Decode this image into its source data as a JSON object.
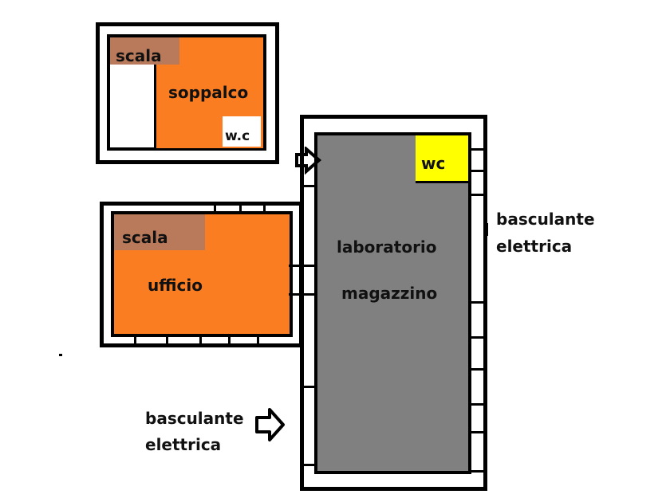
{
  "rooms": {
    "soppalco": {
      "label": "soppalco",
      "stair": "scala",
      "wc": "w.c"
    },
    "ufficio": {
      "label": "ufficio",
      "stair": "scala"
    },
    "laboratorio": {
      "line1": "laboratorio",
      "line2": "magazzino",
      "wc": "wc"
    }
  },
  "doors": {
    "right": {
      "line1": "basculante",
      "line2": "elettrica"
    },
    "left": {
      "line1": "basculante",
      "line2": "elettrica"
    }
  },
  "colors": {
    "orange": "#fb7d22",
    "brown": "#b87a5a",
    "gray": "#808080",
    "yellow": "#ffff00"
  }
}
